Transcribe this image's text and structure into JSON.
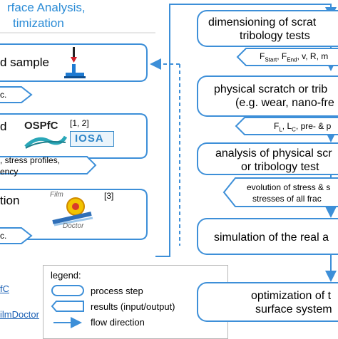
{
  "header": {
    "line1": "rface Analysis,",
    "line2": "timization"
  },
  "left": {
    "sample_label": "d sample",
    "out1": "c.",
    "step2_label": "d",
    "osp_logo": "OSPfC",
    "ref_12": "[1, 2]",
    "iosa_logo": "IOSA",
    "out2_line1": ", stress profiles,",
    "out2_line2": "ency",
    "step3_label": "tion",
    "film_logo_top": "Film",
    "film_logo_bottom": "Doctor",
    "ref_3": "[3]",
    "out3": "c.",
    "link_fc": "fC",
    "link_filmdoctor": "ilmDoctor"
  },
  "legend": {
    "title": "legend:",
    "process_step": "process step",
    "results": "results (input/output)",
    "flow": "flow direction"
  },
  "right": {
    "step1_line1": "dimensioning of scrat",
    "step1_line2": "tribology tests",
    "out1": "F_Start, F_End, v, R, m",
    "step2_line1": "physical scratch or trib",
    "step2_line2": "(e.g. wear, nano-fre",
    "out2": "F_L, L_C, pre- & p",
    "step3_line1": "analysis of physical scr",
    "step3_line2": "or tribology test",
    "out3_line1": "evolution of stress & s",
    "out3_line2": "stresses of all frac",
    "step4_label": "simulation of the real a",
    "step5_line1": "optimization of t",
    "step5_line2": "surface system"
  },
  "colors": {
    "accent_blue": "#3d8fd8",
    "title_blue": "#2a8bd6",
    "link_blue": "#1a5fb4"
  }
}
